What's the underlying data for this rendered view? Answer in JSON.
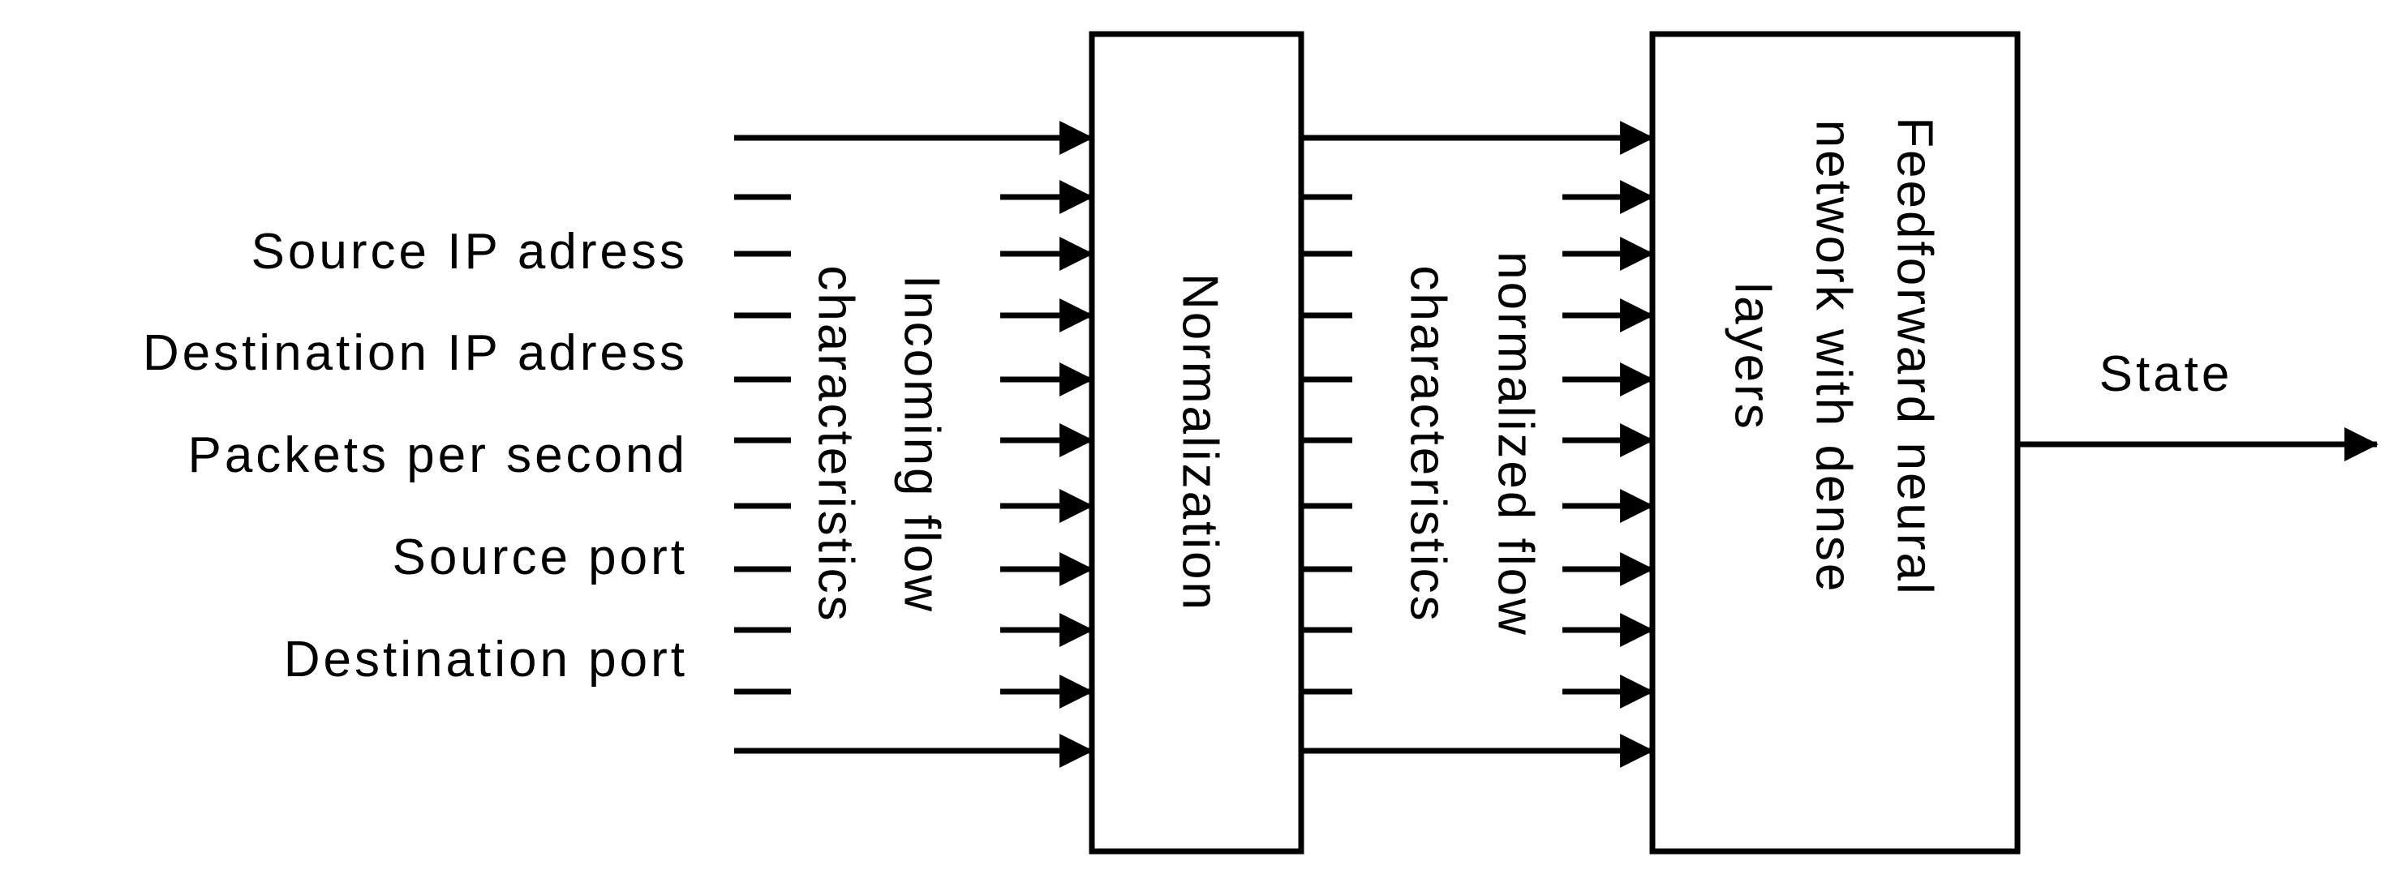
{
  "inputs": {
    "labels": [
      "Source IP adress",
      "Destination IP adress",
      "Packets per second",
      "Source port",
      "Destination port"
    ]
  },
  "stage1": {
    "caption_lines": [
      "Incoming flow",
      "characteristics"
    ]
  },
  "normalization": {
    "label": "Normalization"
  },
  "stage2": {
    "caption_lines": [
      "normalized flow",
      "characteristics"
    ]
  },
  "network": {
    "label_lines": [
      "Feedforward neural",
      "network with dense",
      "layers"
    ]
  },
  "output": {
    "label": "State"
  }
}
